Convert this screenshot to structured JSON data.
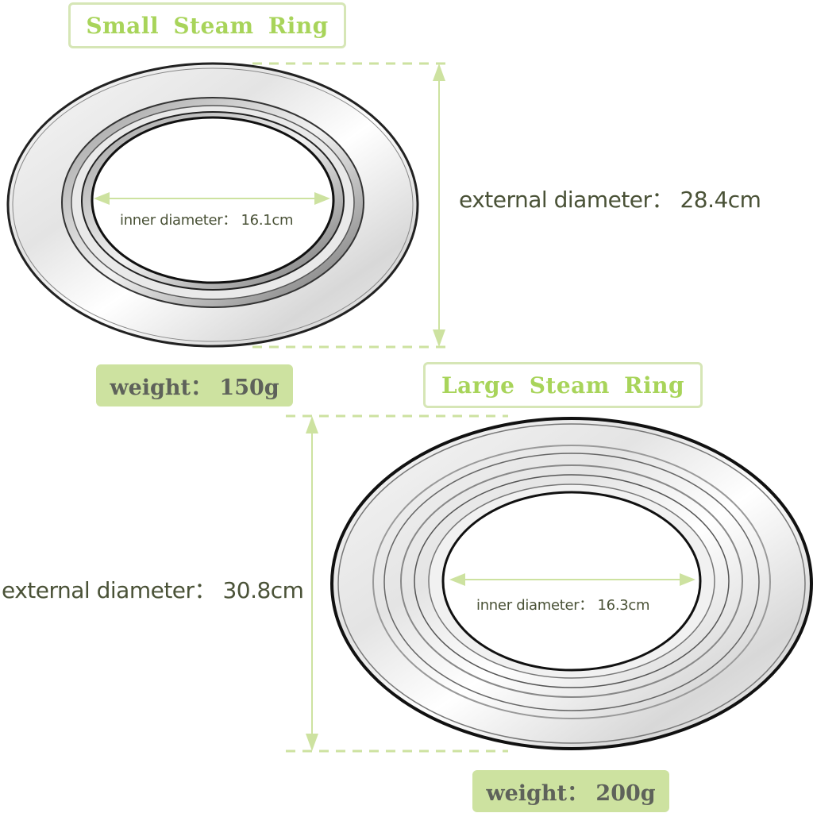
{
  "small_ring": {
    "title": "Small  Steam Ring",
    "inner_diameter_label": "inner diameter： 16.1cm",
    "external_diameter_label": "external diameter： 28.4cm",
    "weight_label": "weight： 150g"
  },
  "large_ring": {
    "title": "Large  Steam Ring",
    "inner_diameter_label": "inner diameter： 16.3cm",
    "external_diameter_label": "external diameter： 30.8cm",
    "weight_label": "weight： 200g"
  },
  "colors": {
    "accent_green": "#a8d45a",
    "guide_green": "#cde2a0",
    "title_border": "#d6e6b6",
    "weight_bg": "#cde2a0",
    "weight_text": "#5e625a",
    "label_text": "#4a5237"
  }
}
